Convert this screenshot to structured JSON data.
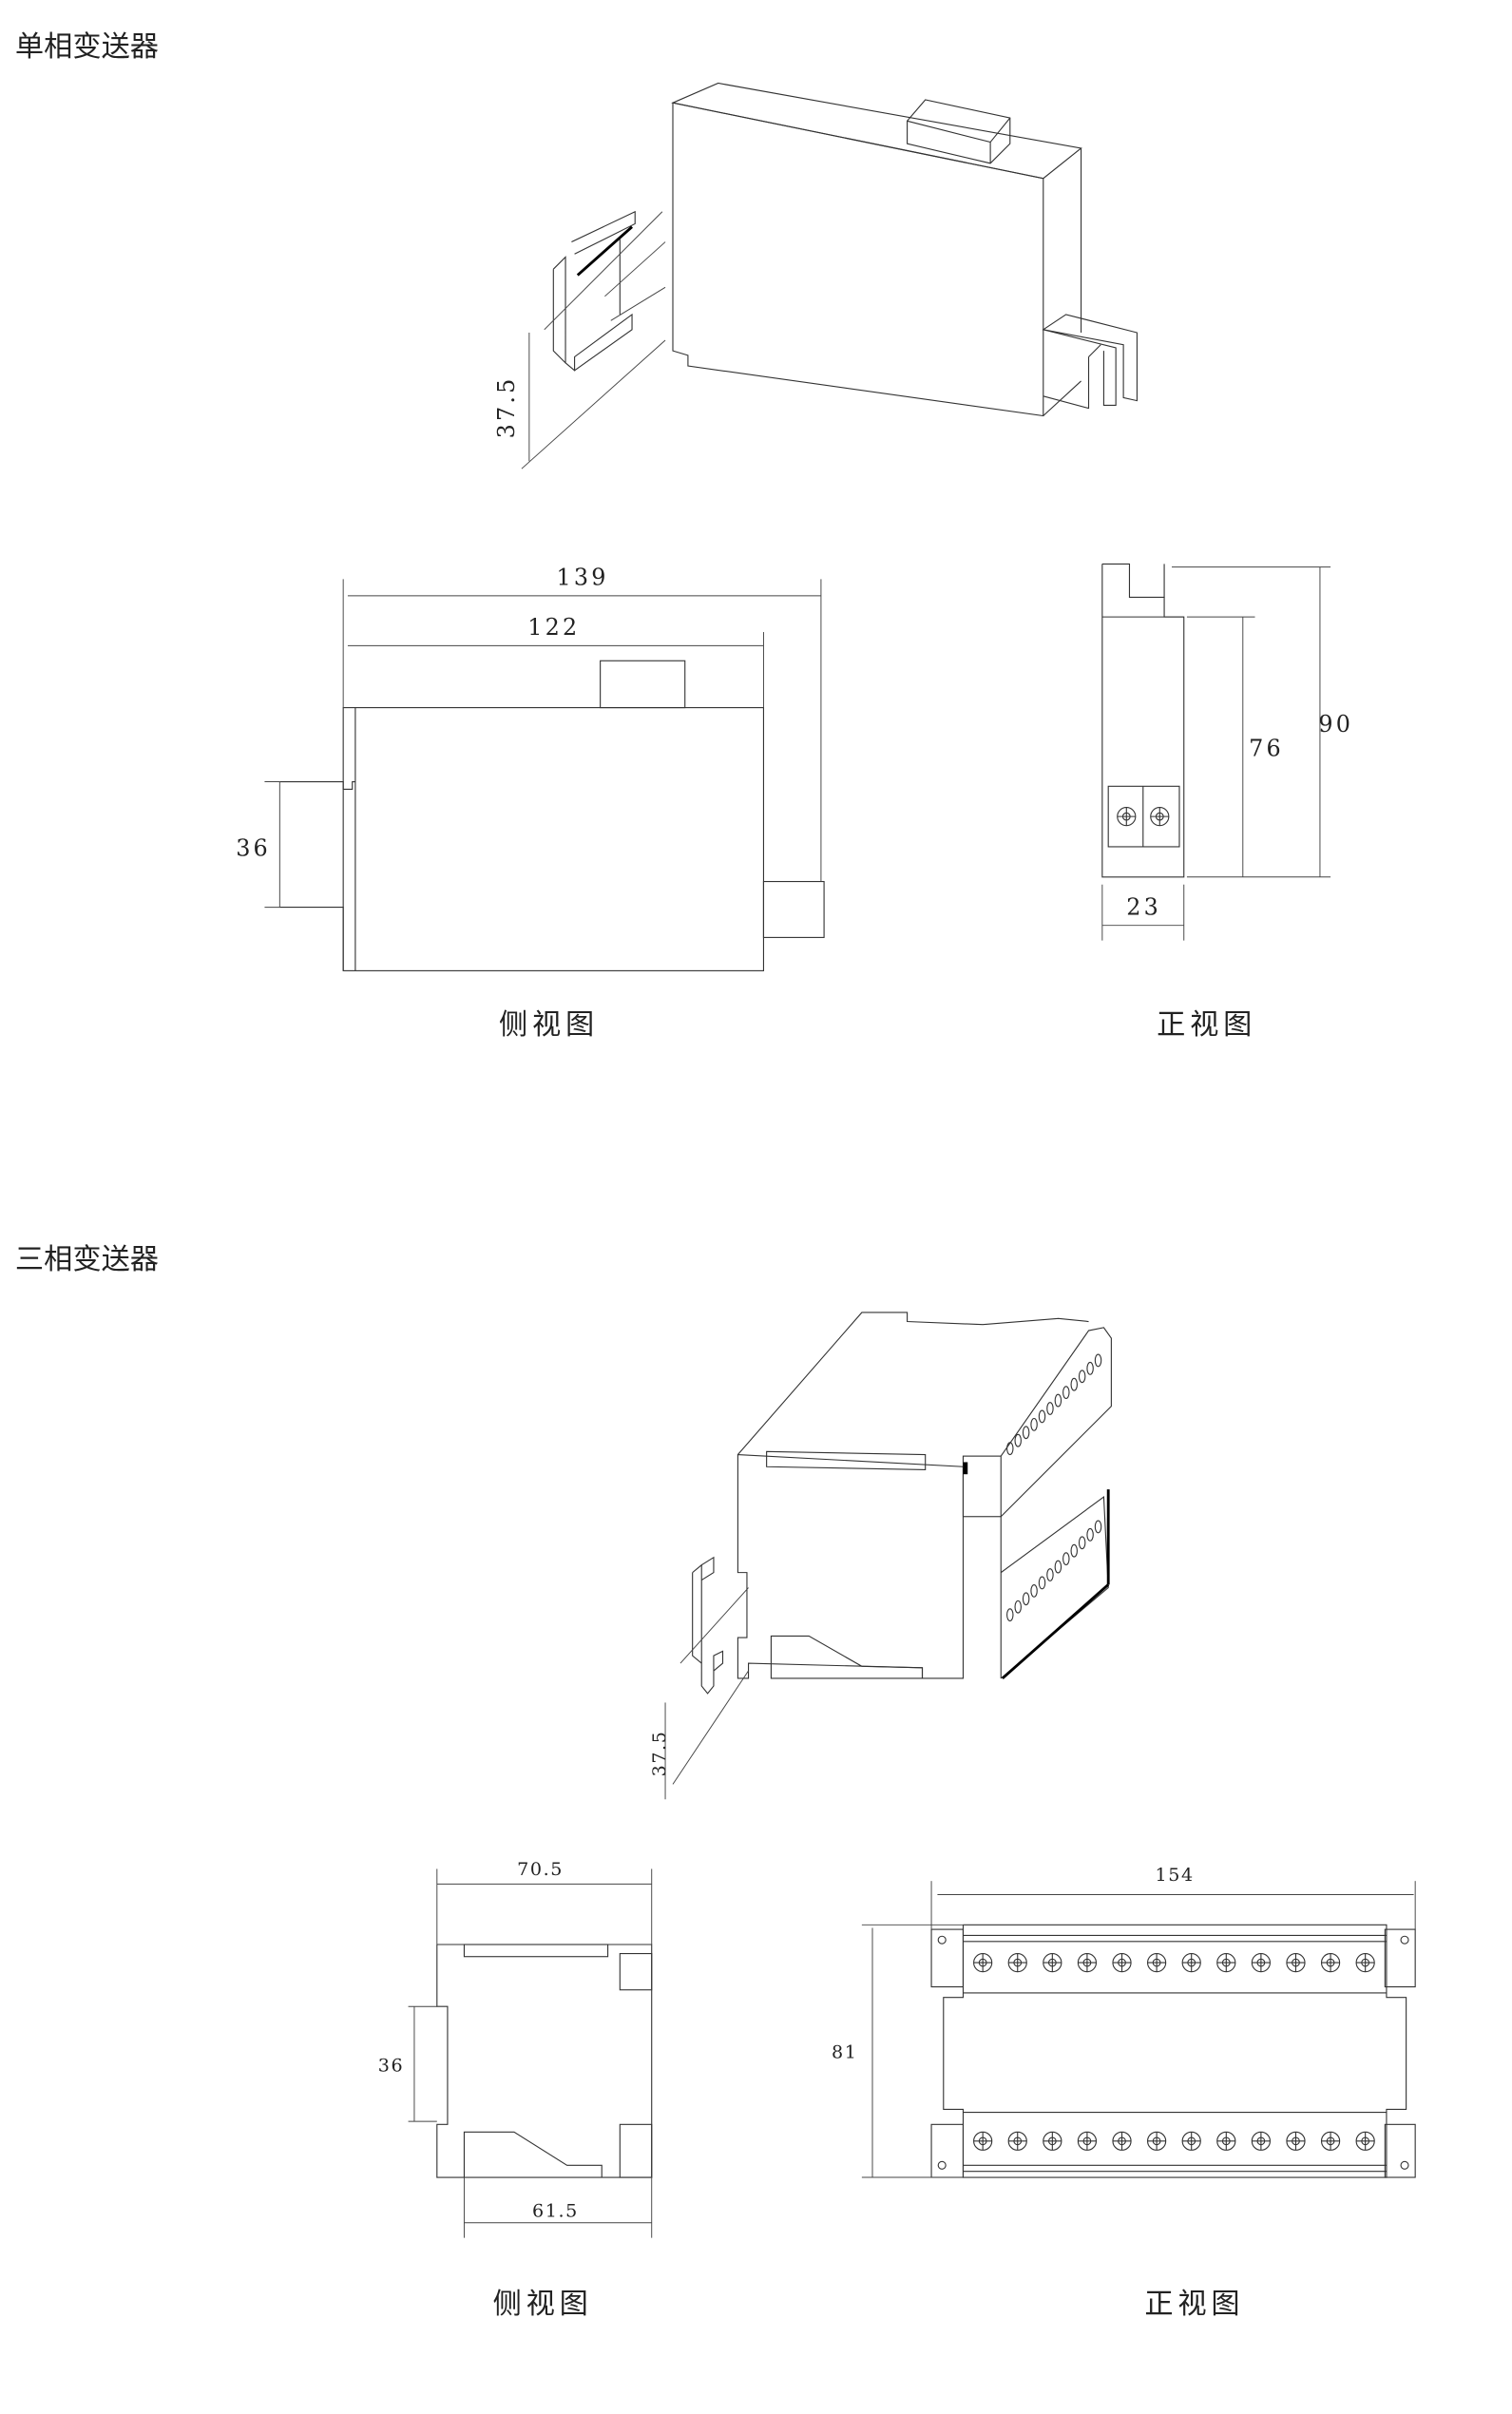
{
  "single_phase": {
    "title": "单相变送器",
    "iso_dim": "37.5",
    "side_view": {
      "label": "侧视图",
      "dim_total": "139",
      "dim_body": "122",
      "dim_height": "36"
    },
    "front_view": {
      "label": "正视图",
      "dim_total_height": "90",
      "dim_body_height": "76",
      "dim_width": "23",
      "screw_count": 2
    }
  },
  "three_phase": {
    "title": "三相变送器",
    "iso_dim": "37.5",
    "side_view": {
      "label": "侧视图",
      "dim_top": "70.5",
      "dim_height": "36",
      "dim_bottom": "61.5"
    },
    "front_view": {
      "label": "正视图",
      "dim_width": "154",
      "dim_height": "81",
      "screws_per_row": 12
    }
  }
}
